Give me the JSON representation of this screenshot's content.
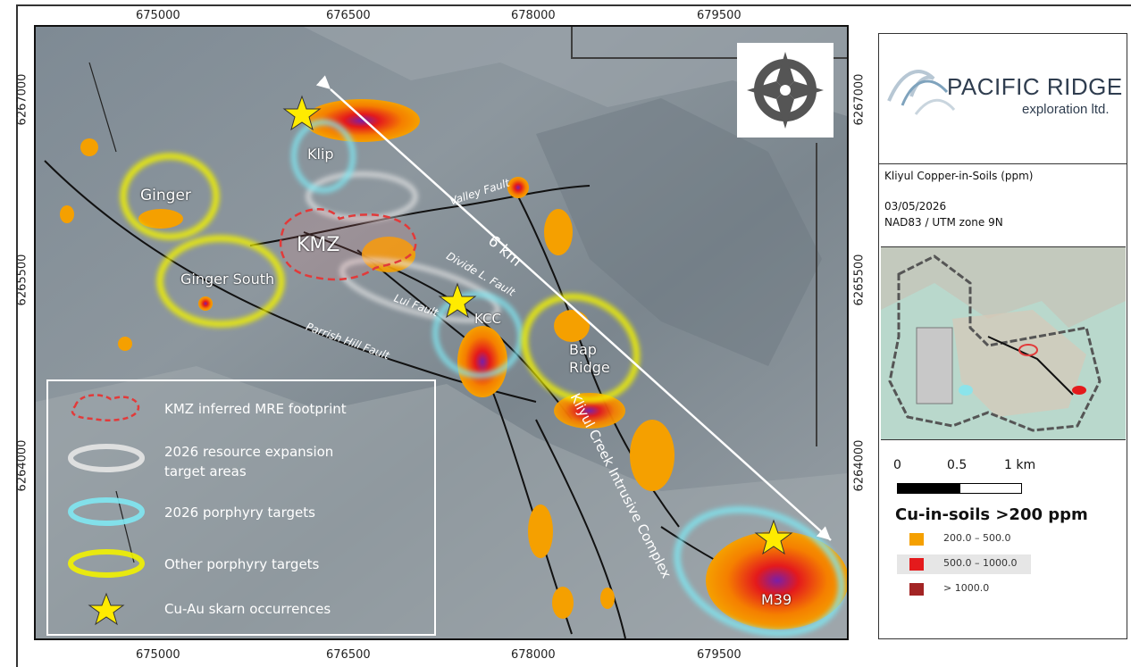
{
  "coords": {
    "x_top": [
      "675000",
      "676500",
      "678000",
      "679500"
    ],
    "x_bottom": [
      "675000",
      "676500",
      "678000",
      "679500"
    ],
    "y_left": [
      "6267000",
      "6265500",
      "6264000"
    ],
    "y_right": [
      "6267000",
      "6265500",
      "6264000"
    ]
  },
  "map": {
    "targets": {
      "ginger": "Ginger",
      "ginger_south": "Ginger South",
      "klip": "Klip",
      "kmz": "KMZ",
      "kcc": "KCC",
      "bap_ridge_1": "Bap",
      "bap_ridge_2": "Ridge",
      "m39": "M39"
    },
    "faults": {
      "valley": "Valley Fault",
      "divide": "Divide L. Fault",
      "lui": "Lui Fault",
      "parrish": "Parrish Hill Fault",
      "kliyul": "Kliyul Creek Intrusive Complex"
    },
    "distance_label": "6 km"
  },
  "legend": {
    "items": [
      {
        "label": "KMZ inferred MRE footprint"
      },
      {
        "label_1": "2026 resource expansion",
        "label_2": "target areas"
      },
      {
        "label": "2026 porphyry targets"
      },
      {
        "label": "Other porphyry targets"
      },
      {
        "label": "Cu-Au skarn occurrences"
      }
    ]
  },
  "side_panel": {
    "logo_title": "Pacific Ridge",
    "logo_sub": "exploration ltd.",
    "map_title": "Kliyul Copper-in-Soils (ppm)",
    "date": "03/05/2026",
    "projection": "NAD83 / UTM zone 9N",
    "scale": {
      "l0": "0",
      "l1": "0.5",
      "l2": "1 km"
    },
    "class_title": "Cu-in-soils >200 ppm",
    "classes": [
      {
        "label": "200.0 – 500.0",
        "color": "#f5a000"
      },
      {
        "label": "500.0 – 1000.0",
        "color": "#e41a1c"
      },
      {
        "label": "> 1000.0",
        "color": "#a32424"
      }
    ]
  },
  "colors": {
    "yellow_target": "#f2f200",
    "cyan_target": "#7fe7f2",
    "white_target": "#e6e6e6",
    "kmz_red": "#e23a3a",
    "star": "#ffeb00"
  }
}
